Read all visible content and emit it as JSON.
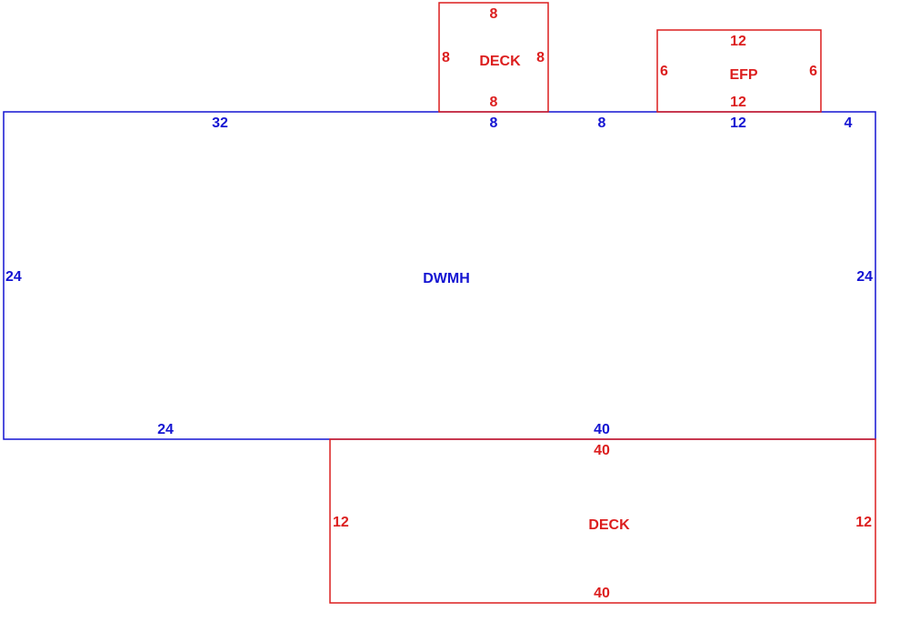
{
  "colors": {
    "main_structure": "#1414d2",
    "attachment": "#dc1e1e",
    "background": "#ffffff"
  },
  "areas": {
    "dwmh": {
      "label": "DWMH",
      "top_segments": [
        "32",
        "8",
        "8",
        "12",
        "4"
      ],
      "left": "24",
      "right": "24",
      "bottom_segments": [
        "24",
        "40"
      ]
    },
    "deck_top": {
      "label": "DECK",
      "top": "8",
      "left": "8",
      "right": "8",
      "bottom": "8"
    },
    "efp": {
      "label": "EFP",
      "top": "12",
      "left": "6",
      "right": "6",
      "bottom": "12"
    },
    "deck_bottom": {
      "label": "DECK",
      "top": "40",
      "left": "12",
      "right": "12",
      "bottom": "40"
    }
  }
}
